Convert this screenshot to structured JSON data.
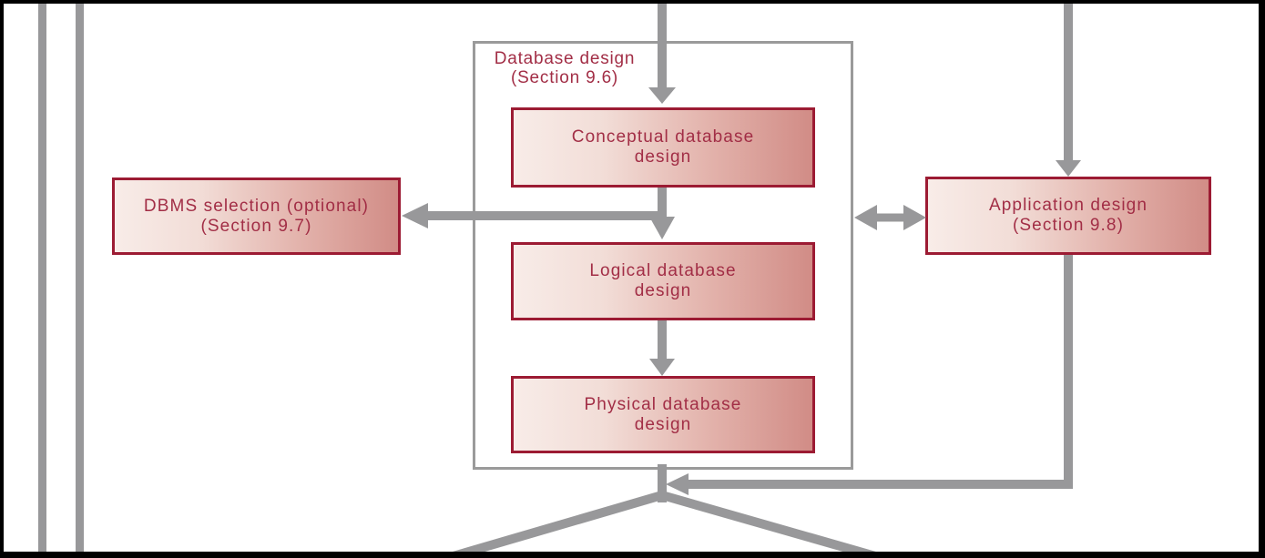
{
  "diagram": {
    "group": {
      "title_line1": "Database design",
      "title_line2": "(Section 9.6)"
    },
    "boxes": {
      "conceptual": {
        "line1": "Conceptual database",
        "line2": "design"
      },
      "logical": {
        "line1": "Logical database",
        "line2": "design"
      },
      "physical": {
        "line1": "Physical database",
        "line2": "design"
      },
      "dbms": {
        "line1": "DBMS selection (optional)",
        "line2": "(Section 9.7)"
      },
      "application": {
        "line1": "Application design",
        "line2": "(Section 9.8)"
      }
    },
    "colors": {
      "box_border": "#9c1b33",
      "box_text": "#a22e46",
      "box_fill_light": "#f8ece8",
      "box_fill_dark": "#d18c86",
      "connector_gray": "#98989a",
      "group_border": "#9a9a9a",
      "frame_black": "#000000",
      "background": "#ffffff"
    }
  }
}
